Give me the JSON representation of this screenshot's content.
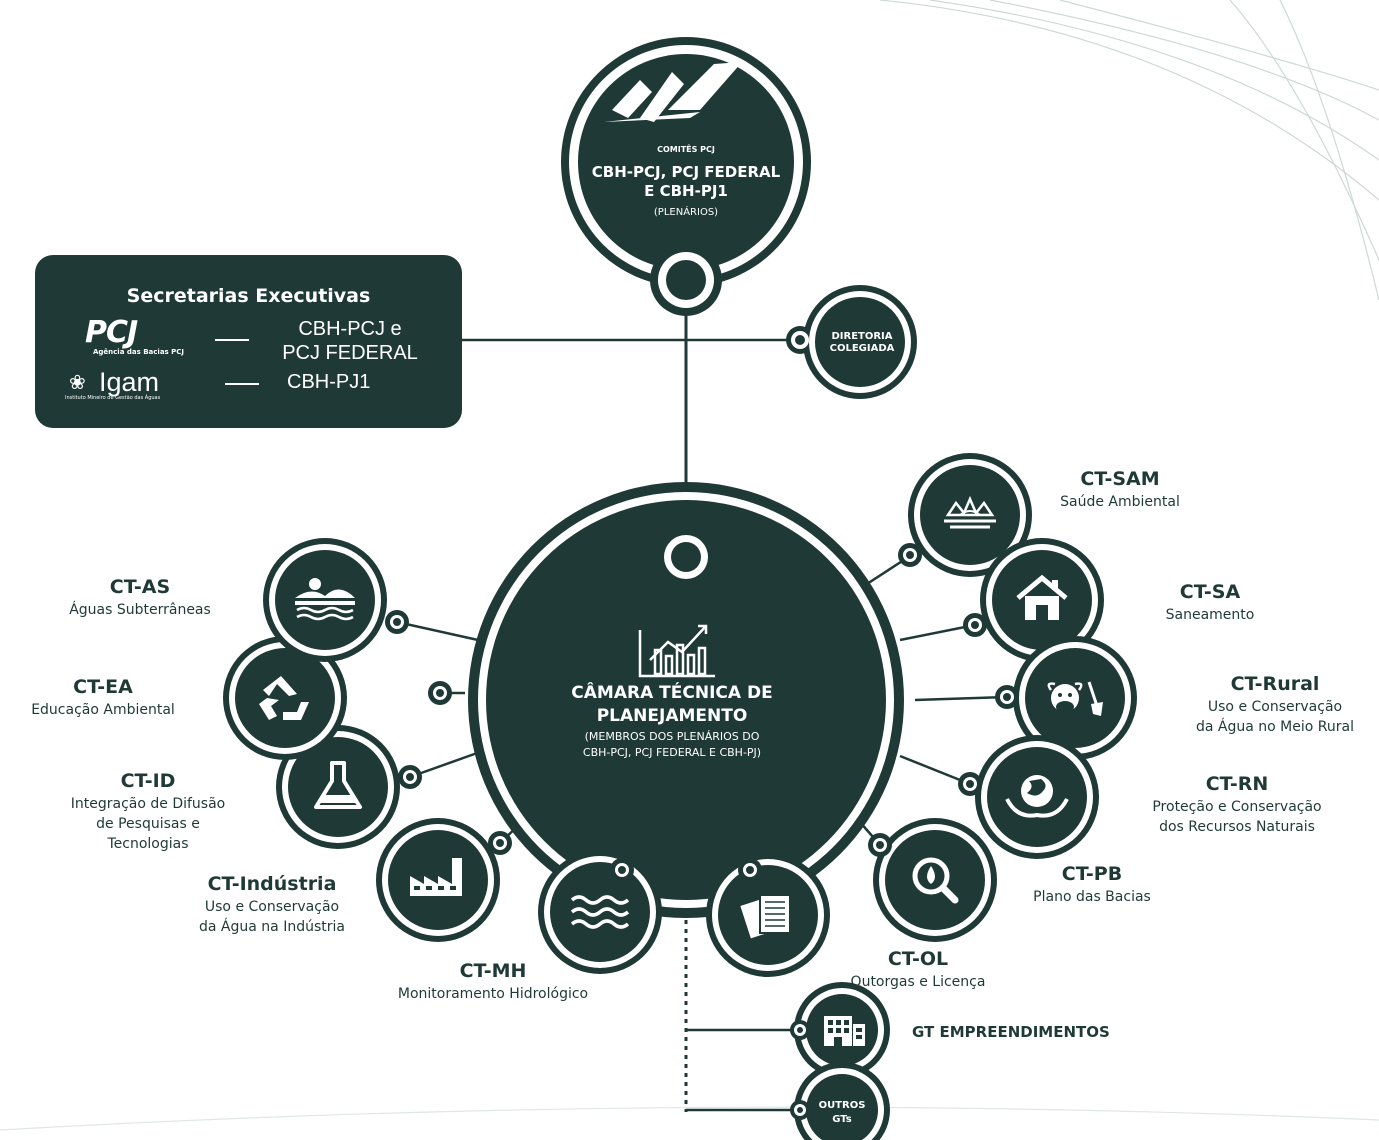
{
  "top": {
    "logo_caption": "COMITÊS PCJ",
    "title_line1": "CBH-PCJ, PCJ FEDERAL",
    "title_line2": "E CBH-PJ1",
    "subtitle": "(PLENÁRIOS)"
  },
  "secretarias": {
    "title": "Secretarias Executivas",
    "pcj_logo": "PCJ",
    "pcj_logo_sub": "Agência das Bacias PCJ",
    "pcj_target_line1": "CBH-PCJ e",
    "pcj_target_line2": "PCJ FEDERAL",
    "igam_logo": "Igam",
    "igam_logo_sub": "Instituto Mineiro de Gestão das Águas",
    "igam_target": "CBH-PJ1"
  },
  "diretoria": {
    "line1": "DIRETORIA",
    "line2": "COLEGIADA"
  },
  "center": {
    "title_line1": "CÂMARA TÉCNICA DE",
    "title_line2": "PLANEJAMENTO",
    "sub_line1": "(MEMBROS DOS PLENÁRIOS DO",
    "sub_line2": "CBH-PCJ, PCJ FEDERAL E CBH-PJ)"
  },
  "chambers": [
    {
      "code": "CT-SAM",
      "desc": [
        "Saúde Ambiental"
      ],
      "icon": "water-drop-splash-icon"
    },
    {
      "code": "CT-SA",
      "desc": [
        "Saneamento"
      ],
      "icon": "house-icon"
    },
    {
      "code": "CT-Rural",
      "desc": [
        "Uso e Conservação",
        "da Água no Meio Rural"
      ],
      "icon": "cow-shovel-icon"
    },
    {
      "code": "CT-RN",
      "desc": [
        "Proteção e Conservação",
        "dos Recursos Naturais"
      ],
      "icon": "globe-hands-icon"
    },
    {
      "code": "CT-PB",
      "desc": [
        "Plano das Bacias"
      ],
      "icon": "magnifier-drop-icon"
    },
    {
      "code": "CT-OL",
      "desc": [
        "Outorgas e Licença"
      ],
      "icon": "documents-icon"
    },
    {
      "code": "CT-MH",
      "desc": [
        "Monitoramento  Hidrológico"
      ],
      "icon": "waves-icon"
    },
    {
      "code": "CT-Indústria",
      "desc": [
        "Uso e Conservação",
        "da Água na Indústria"
      ],
      "icon": "factory-icon"
    },
    {
      "code": "CT-ID",
      "desc": [
        "Integração de Difusão",
        "de Pesquisas e",
        "Tecnologias"
      ],
      "icon": "flask-icon"
    },
    {
      "code": "CT-EA",
      "desc": [
        "Educação Ambiental"
      ],
      "icon": "recycle-icon"
    },
    {
      "code": "CT-AS",
      "desc": [
        "Águas Subterrâneas"
      ],
      "icon": "groundwater-icon"
    }
  ],
  "working_groups": [
    {
      "label": "GT EMPREENDIMENTOS",
      "icon": "building-icon"
    },
    {
      "line1": "OUTROS",
      "line2": "GTs"
    }
  ],
  "colors": {
    "primary": "#1f3a36",
    "background": "#ffffff"
  }
}
